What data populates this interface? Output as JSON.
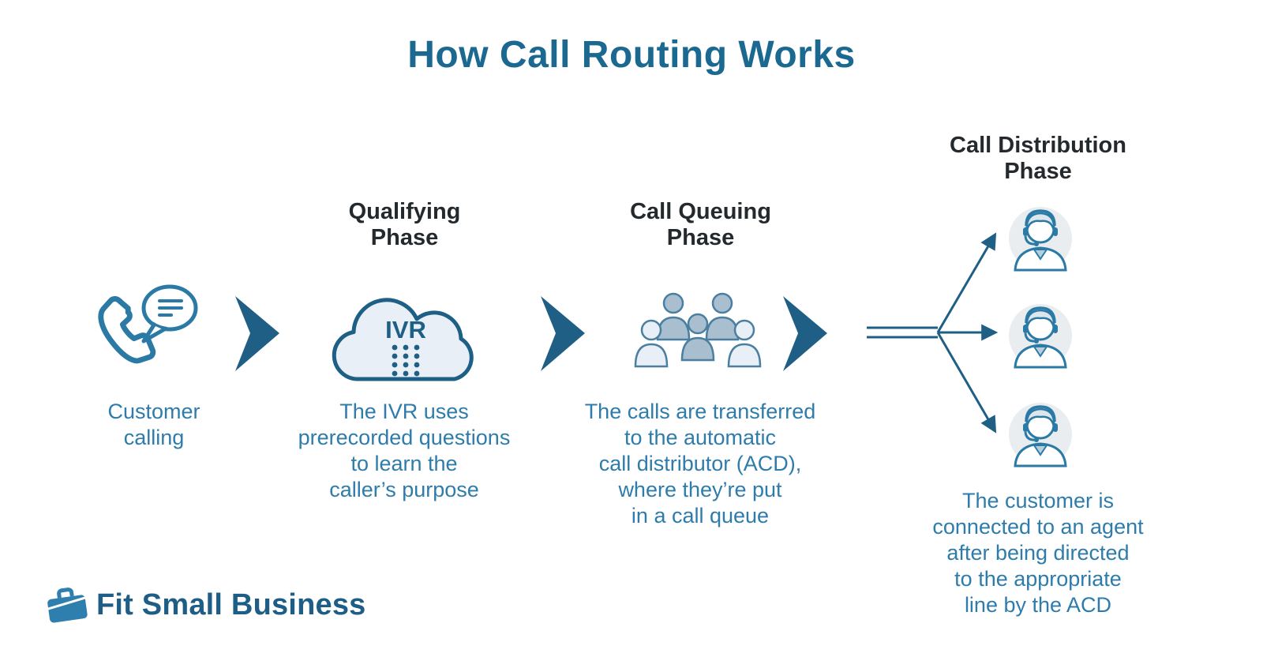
{
  "title": "How Call Routing Works",
  "colors": {
    "title_blue": "#1b6990",
    "caption_blue": "#2e7cab",
    "phase_label_dark": "#24292e",
    "arrow_blue": "#1f5f85",
    "icon_stroke_blue": "#2b7aa6",
    "icon_fill_light": "#e9eff6",
    "people_fill": "#a9bfcf",
    "logo_blue": "#2f7fae"
  },
  "steps": [
    {
      "id": "customer-calling",
      "icon": "phone-with-speech-bubble-icon",
      "caption": "Customer\ncalling"
    },
    {
      "id": "qualifying-phase",
      "phase_label": "Qualifying\nPhase",
      "icon": "ivr-cloud-icon",
      "icon_text": "IVR",
      "caption": "The IVR uses\nprerecorded questions\nto learn the\ncaller’s purpose"
    },
    {
      "id": "call-queuing-phase",
      "phase_label": "Call Queuing\nPhase",
      "icon": "call-queue-people-icon",
      "caption": "The calls are transferred\nto the automatic\ncall distributor (ACD),\nwhere they’re put\nin a call queue"
    },
    {
      "id": "call-distribution-phase",
      "phase_label": "Call Distribution\nPhase",
      "icon": "agent-headset-icon",
      "agent_count": 3,
      "caption": "The customer is\nconnected to an agent\nafter being directed\nto the appropriate\nline by the ACD"
    }
  ],
  "logo": {
    "text": "Fit Small Business",
    "icon": "briefcase-icon"
  }
}
